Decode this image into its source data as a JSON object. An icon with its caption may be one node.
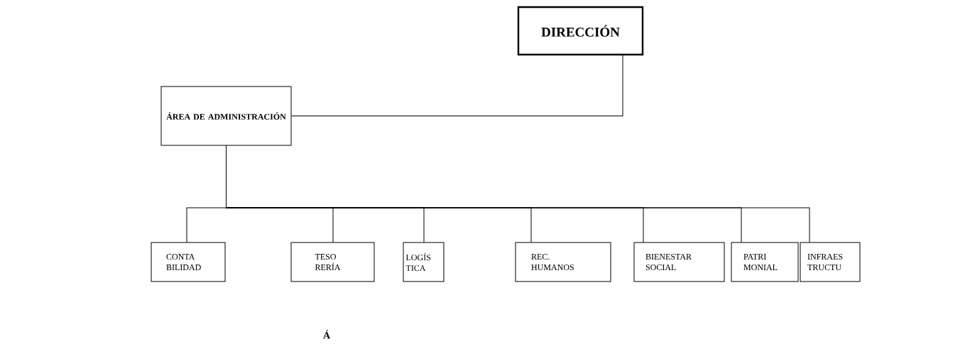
{
  "diagram": {
    "nodes": [
      {
        "text": [
          "DIRECCIÓN"
        ]
      },
      {
        "text": [
          "ÁREA DE ADMINISTRACIÓN"
        ]
      },
      {
        "text": [
          "CONTA BILIDAD"
        ]
      },
      {
        "text": [
          "TESO RERÍA"
        ]
      },
      {
        "text": [
          "LOGÍS TICA"
        ]
      },
      {
        "text": [
          "REC. HUMANOS"
        ]
      },
      {
        "text": [
          "BIENESTAR SOCIAL"
        ]
      },
      {
        "text": [
          "PATRI MONIAL"
        ]
      },
      {
        "text": [
          "INFRAES TRUCTU"
        ]
      }
    ],
    "edges": [
      {
        "from": 0,
        "to": 1,
        "arrow": "none"
      },
      {
        "from": 1,
        "to": 2,
        "arrow": "none"
      },
      {
        "from": 1,
        "to": 3,
        "arrow": "none"
      },
      {
        "from": 1,
        "to": 4,
        "arrow": "none"
      },
      {
        "from": 1,
        "to": 5,
        "arrow": "none"
      },
      {
        "from": 1,
        "to": 6,
        "arrow": "none"
      },
      {
        "from": 1,
        "to": 7,
        "arrow": "none"
      },
      {
        "from": 1,
        "to": 8,
        "arrow": "none"
      }
    ],
    "labels": [
      "Á"
    ]
  }
}
